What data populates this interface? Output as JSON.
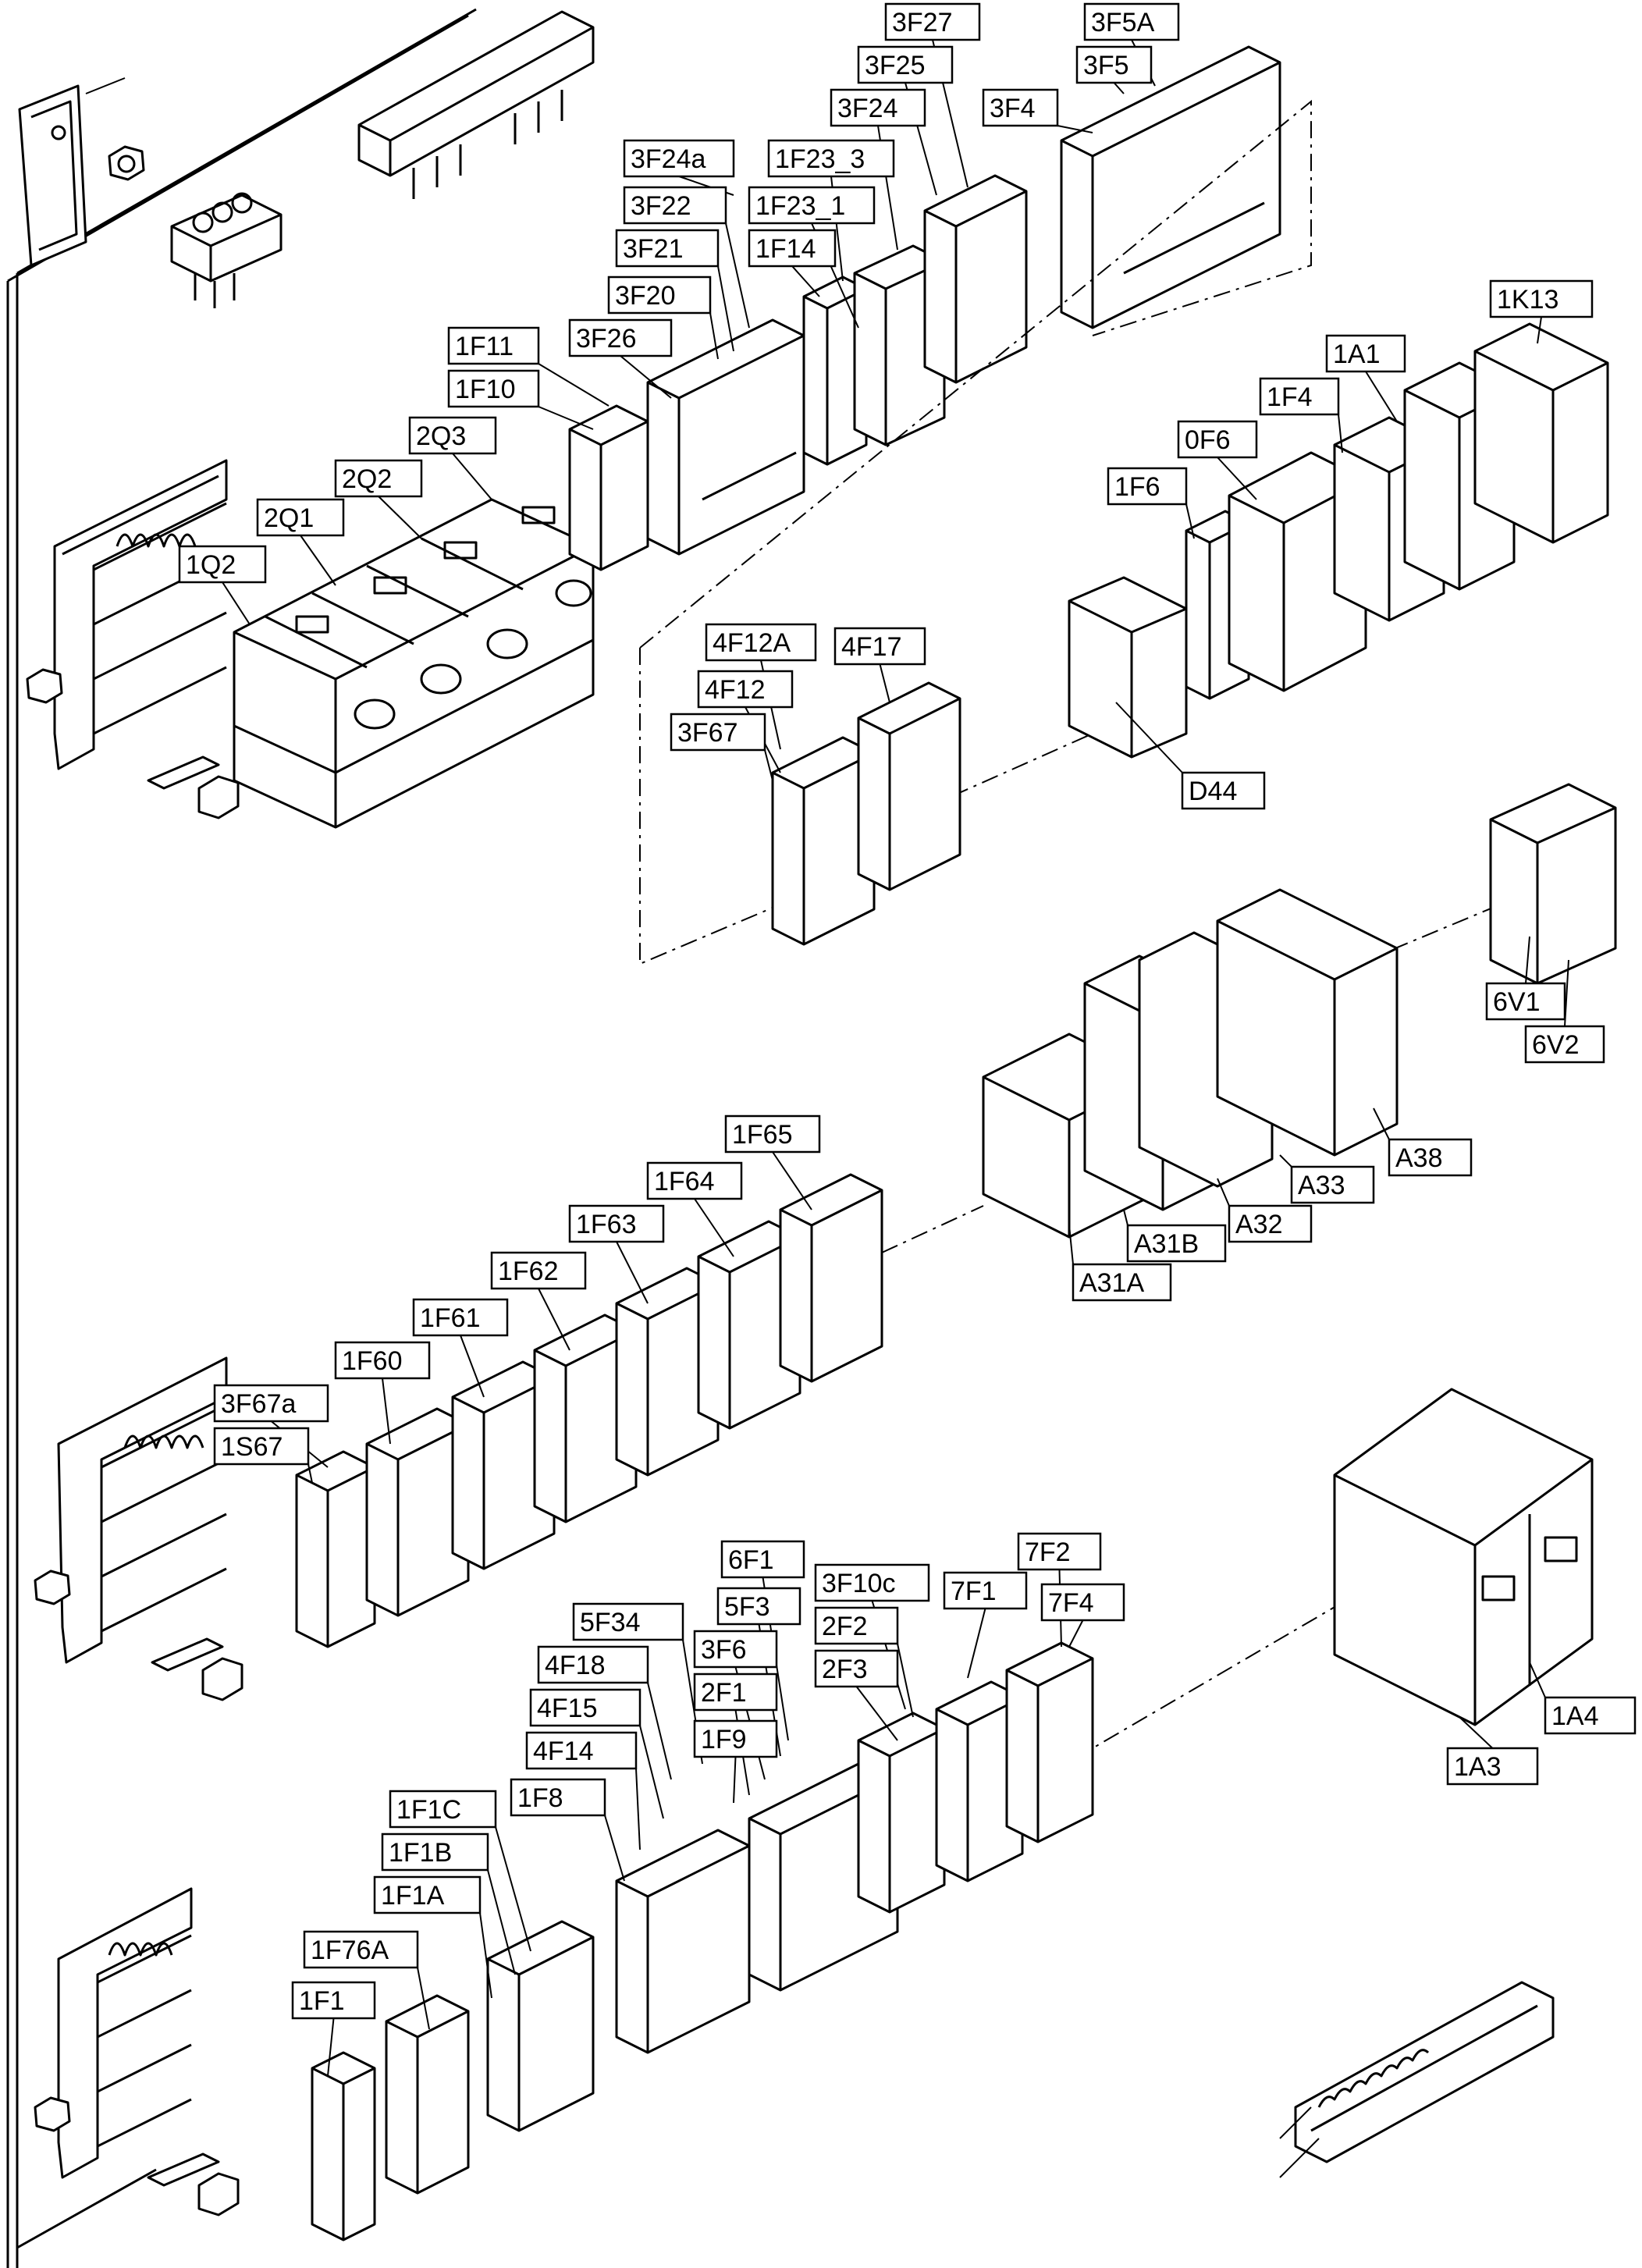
{
  "labels": {
    "3F27": "3F27",
    "3F5A": "3F5A",
    "3F25": "3F25",
    "3F5": "3F5",
    "3F24": "3F24",
    "3F4": "3F4",
    "3F24a": "3F24a",
    "1F23_3": "1F23_3",
    "3F22": "3F22",
    "1F23_1": "1F23_1",
    "3F21": "3F21",
    "1F14": "1F14",
    "3F20": "3F20",
    "3F26": "3F26",
    "1F11": "1F11",
    "1F10": "1F10",
    "2Q3": "2Q3",
    "2Q2": "2Q2",
    "2Q1": "2Q1",
    "1Q2": "1Q2",
    "1K13": "1K13",
    "1A1": "1A1",
    "1F4": "1F4",
    "0F6": "0F6",
    "1F6": "1F6",
    "D44": "D44",
    "4F12A": "4F12A",
    "4F17": "4F17",
    "4F12": "4F12",
    "3F67": "3F67",
    "6V1": "6V1",
    "6V2": "6V2",
    "A38": "A38",
    "A33": "A33",
    "A32": "A32",
    "A31B": "A31B",
    "A31A": "A31A",
    "1F65": "1F65",
    "1F64": "1F64",
    "1F63": "1F63",
    "1F62": "1F62",
    "1F61": "1F61",
    "1F60": "1F60",
    "3F67a": "3F67a",
    "1S67": "1S67",
    "6F1": "6F1",
    "3F10c": "3F10c",
    "7F2": "7F2",
    "5F34": "5F34",
    "5F3": "5F3",
    "2F2": "2F2",
    "7F1": "7F1",
    "7F4": "7F4",
    "4F18": "4F18",
    "3F6": "3F6",
    "2F3": "2F3",
    "4F15": "4F15",
    "2F1": "2F1",
    "4F14": "4F14",
    "1F9": "1F9",
    "1F8": "1F8",
    "1F1C": "1F1C",
    "1F1B": "1F1B",
    "1F1A": "1F1A",
    "1F76A": "1F76A",
    "1F1": "1F1",
    "1A4": "1A4",
    "1A3": "1A3"
  }
}
